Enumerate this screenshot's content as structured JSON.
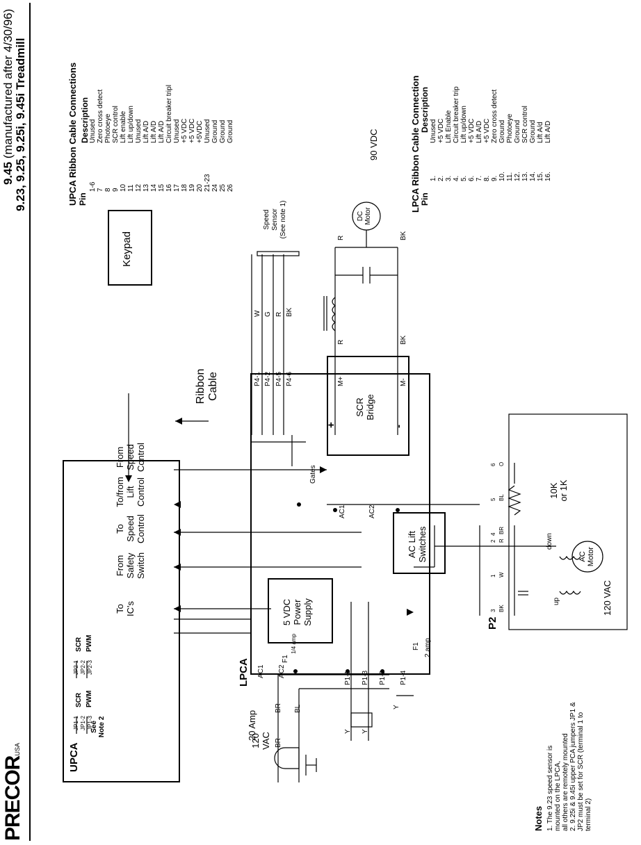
{
  "brand": {
    "name": "PRECOR",
    "suffix": "USA"
  },
  "title": {
    "line1_bold": "9.45",
    "line1_rest": " (manufactured after 4/30/96)",
    "line2": "9.23, 9.25, 9.25i, 9.45i Treadmill"
  },
  "upca_table": {
    "title": "UPCA Ribbon Cable Connections",
    "pin_header": "Pin",
    "desc_header": "Description",
    "rows": [
      {
        "pin": "1-6",
        "desc": "Unused"
      },
      {
        "pin": "7",
        "desc": "Zero cross detect"
      },
      {
        "pin": "8",
        "desc": "Photoeye"
      },
      {
        "pin": "9",
        "desc": "SCR control"
      },
      {
        "pin": "10",
        "desc": "Lift enable"
      },
      {
        "pin": "11",
        "desc": "Lift up/down"
      },
      {
        "pin": "12",
        "desc": "Unused"
      },
      {
        "pin": "13",
        "desc": "Lift A/D"
      },
      {
        "pin": "14",
        "desc": "Lift A/D"
      },
      {
        "pin": "15",
        "desc": "Lift A/D"
      },
      {
        "pin": "16",
        "desc": "Circuit breaker tripl"
      },
      {
        "pin": "17",
        "desc": "Unused"
      },
      {
        "pin": "18",
        "desc": "+5 VDC"
      },
      {
        "pin": "19",
        "desc": "+5 VDC"
      },
      {
        "pin": "20",
        "desc": "+5VDC"
      },
      {
        "pin": "21-23",
        "desc": "Unused"
      },
      {
        "pin": "24",
        "desc": "Ground"
      },
      {
        "pin": "25",
        "desc": "Ground"
      },
      {
        "pin": "26",
        "desc": "Ground"
      }
    ]
  },
  "lpca_table": {
    "title": "LPCA Ribbon Cable Connection",
    "pin_header": "Pin",
    "desc_header": "Description",
    "rows": [
      {
        "pin": "1.",
        "desc": "Unused"
      },
      {
        "pin": "2.",
        "desc": "+5 VDC"
      },
      {
        "pin": "3.",
        "desc": "Lift Enable"
      },
      {
        "pin": "4.",
        "desc": "Circuit breaker trip"
      },
      {
        "pin": "5.",
        "desc": "Lift up/down"
      },
      {
        "pin": "6.",
        "desc": "+5 VDC"
      },
      {
        "pin": "7.",
        "desc": "Lift A/D"
      },
      {
        "pin": "8.",
        "desc": "+5 VDC"
      },
      {
        "pin": "9.",
        "desc": "Zero cross detect"
      },
      {
        "pin": "10.",
        "desc": "Ground"
      },
      {
        "pin": "11.",
        "desc": "Photoeye"
      },
      {
        "pin": "12.",
        "desc": "Ground"
      },
      {
        "pin": "13.",
        "desc": "SCR control"
      },
      {
        "pin": "14.",
        "desc": "Ground"
      },
      {
        "pin": "15.",
        "desc": "Lift A/d"
      },
      {
        "pin": "16.",
        "desc": "Lift A/D"
      }
    ]
  },
  "notes": {
    "title": "Notes",
    "items": [
      "1. The 9.23 speed sensor is",
      "mounted on the LPCA,",
      "all others are remotely mounted",
      "2. 9.25i & 9.45i upper PCA jumpers JP1 &",
      "JP2 must be set for SCR (terminal 1 to",
      "terminal 2)"
    ]
  },
  "diagram": {
    "upca": "UPCA",
    "lpca": "LPCA",
    "keypad": "Keypad",
    "ribbon_cable": [
      "Ribbon",
      "Cable"
    ],
    "speed_sensor": [
      "Speed",
      "Sensor",
      "(See note 1)"
    ],
    "vdc90": "90 VDC",
    "dc_motor": [
      "DC",
      "Motor"
    ],
    "scr_bridge": [
      "SCR",
      "Bridge"
    ],
    "gates": "Gates",
    "power_supply": [
      "5 VDC",
      "Power",
      "Supply"
    ],
    "ac_lift": [
      "AC Lift",
      "Switches"
    ],
    "ac_motor": [
      "AC",
      "Motor"
    ],
    "vac120_motor": "120 VAC",
    "pot": [
      "10K",
      "or 1K"
    ],
    "up": "up",
    "down": "down",
    "p2": "P2",
    "f1_small": "F1",
    "f1_small_rating": "1/4 amp",
    "f1_big": "F1",
    "f1_big_rating": "2 amp",
    "amp20": "20 Amp",
    "vac120_in": [
      "120",
      "VAC"
    ],
    "see_note2": [
      "See",
      "Note 2"
    ],
    "jumpers1": [
      "JP1-1",
      "JP1-2",
      "JP1-3"
    ],
    "jumpers2": [
      "JP2-1",
      "JP2-2",
      "JP2-3"
    ],
    "scr": "SCR",
    "pwm": "PWM",
    "signals": [
      [
        "From",
        "Speed",
        "Control"
      ],
      [
        "To/from",
        "Lift",
        "Control"
      ],
      [
        "To",
        "Speed",
        "Control"
      ],
      [
        "From",
        "Safety",
        "Switch"
      ],
      [
        "To",
        "IC's"
      ]
    ],
    "p4_pins": [
      "P4-1",
      "P4-2",
      "P4-5",
      "P4-6"
    ],
    "p4_wires": [
      "W",
      "G",
      "R",
      "BK"
    ],
    "motor_terms": [
      "M+",
      "M-"
    ],
    "wire_r": "R",
    "wire_bk": "BK",
    "ac_terms": [
      "AC1",
      "AC2"
    ],
    "p1_pins": [
      "P1-1",
      "P1-3",
      "P1-2",
      "P1-4"
    ],
    "wire_y": "Y",
    "wire_br": "BR",
    "wire_bl": "BL",
    "plus": "+",
    "minus": "-",
    "p2_pins": [
      "3",
      "1",
      "2",
      "4",
      "5",
      "6"
    ],
    "p2_colors": [
      "BK",
      "W",
      "R",
      "BR",
      "BL",
      "O"
    ]
  }
}
